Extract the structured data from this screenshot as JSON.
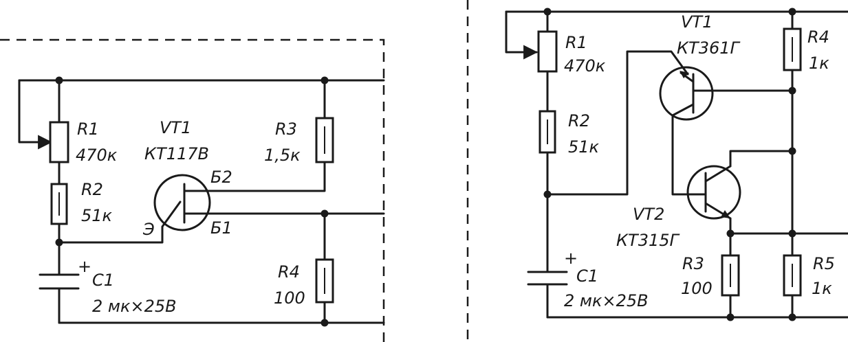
{
  "left_circuit": {
    "r1": {
      "ref": "R1",
      "value": "470к"
    },
    "r2": {
      "ref": "R2",
      "value": "51к"
    },
    "r3": {
      "ref": "R3",
      "value": "1,5к"
    },
    "r4": {
      "ref": "R4",
      "value": "100"
    },
    "c1": {
      "ref": "C1",
      "value": "2 мк×25В",
      "polarity": "+"
    },
    "vt1": {
      "ref": "VT1",
      "type": "КТ117В",
      "pin_b2": "Б2",
      "pin_b1": "Б1",
      "pin_e": "Э"
    }
  },
  "right_circuit": {
    "r1": {
      "ref": "R1",
      "value": "470к"
    },
    "r2": {
      "ref": "R2",
      "value": "51к"
    },
    "r3": {
      "ref": "R3",
      "value": "100"
    },
    "r4": {
      "ref": "R4",
      "value": "1к"
    },
    "r5": {
      "ref": "R5",
      "value": "1к"
    },
    "c1": {
      "ref": "C1",
      "value": "2 мк×25В",
      "polarity": "+"
    },
    "vt1": {
      "ref": "VT1",
      "type": "КТ361Г"
    },
    "vt2": {
      "ref": "VT2",
      "type": "КТ315Г"
    }
  }
}
